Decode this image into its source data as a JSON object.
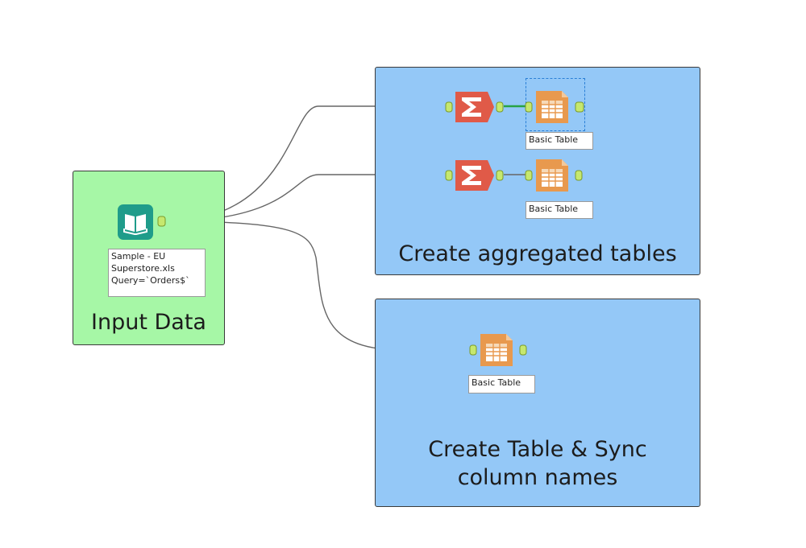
{
  "containers": {
    "input": {
      "title": "Input Data"
    },
    "aggregated": {
      "title": "Create aggregated tables"
    },
    "sync": {
      "title_line1": "Create Table & Sync",
      "title_line2": "column names"
    }
  },
  "tools": {
    "input_data": {
      "icon": "book-icon",
      "annotation": "Sample - EU\nSuperstore.xls\nQuery=`Orders$`"
    },
    "summarize_1": {
      "icon": "sigma-icon"
    },
    "summarize_2": {
      "icon": "sigma-icon"
    },
    "basic_table_1": {
      "icon": "table-icon",
      "annotation": "Basic Table"
    },
    "basic_table_2": {
      "icon": "table-icon",
      "annotation": "Basic Table"
    },
    "basic_table_3": {
      "icon": "table-icon",
      "annotation": "Basic Table"
    }
  },
  "colors": {
    "input_container": "#a6f7a6",
    "tool_container": "#94c8f7",
    "summarize_tool": "#e05a48",
    "table_tool": "#e8994e",
    "input_tool": "#1f9c8a",
    "anchor": "#c6e86e",
    "selected_connection": "#27a244",
    "connection": "#666666"
  }
}
